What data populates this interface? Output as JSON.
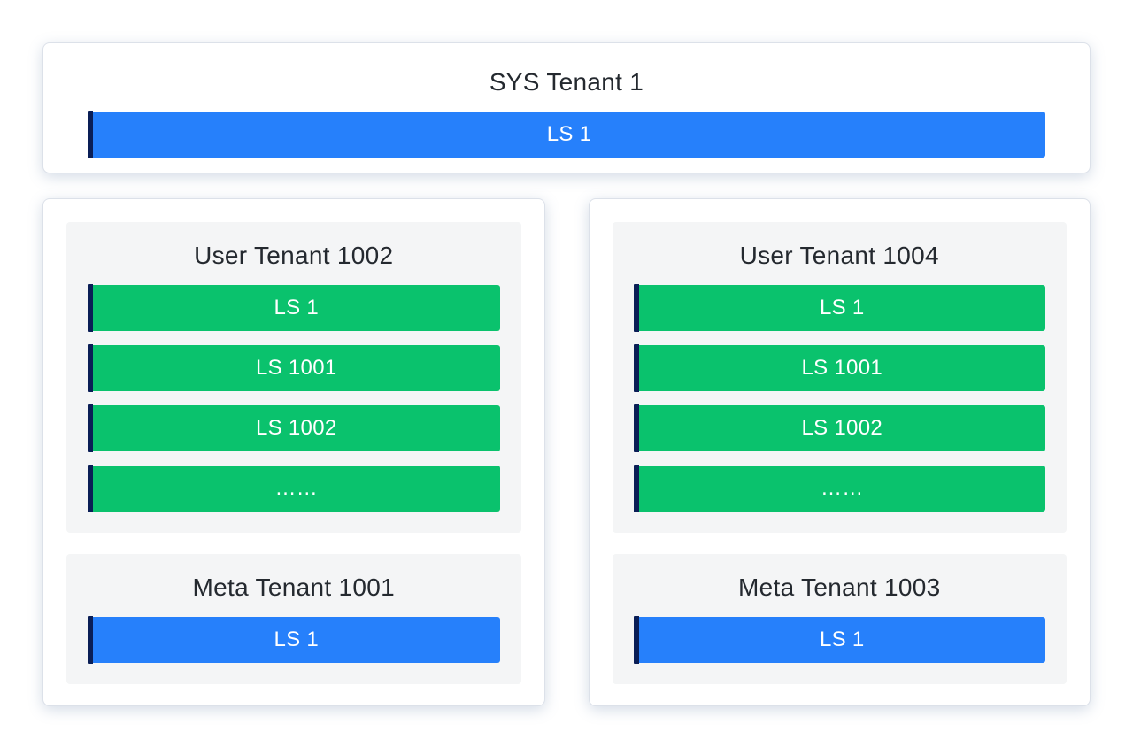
{
  "colors": {
    "sys_meta_log_stream_blue": "#2680fb",
    "user_log_stream_green": "#0ac26d",
    "log_stream_accent_navy": "#0a1e56",
    "panel_background": "#f4f5f6",
    "card_border": "#dce1e9",
    "title_text": "#24292f"
  },
  "sys_tenant": {
    "title": "SYS Tenant 1",
    "streams": [
      {
        "label": "LS 1",
        "color": "blue"
      }
    ]
  },
  "tenant_groups": [
    {
      "user_tenant": {
        "title": "User Tenant 1002",
        "streams": [
          {
            "label": "LS 1",
            "color": "green"
          },
          {
            "label": "LS 1001",
            "color": "green"
          },
          {
            "label": "LS 1002",
            "color": "green"
          },
          {
            "label": "……",
            "color": "green"
          }
        ]
      },
      "meta_tenant": {
        "title": "Meta Tenant 1001",
        "streams": [
          {
            "label": "LS 1",
            "color": "blue"
          }
        ]
      }
    },
    {
      "user_tenant": {
        "title": "User Tenant 1004",
        "streams": [
          {
            "label": "LS 1",
            "color": "green"
          },
          {
            "label": "LS 1001",
            "color": "green"
          },
          {
            "label": "LS 1002",
            "color": "green"
          },
          {
            "label": "……",
            "color": "green"
          }
        ]
      },
      "meta_tenant": {
        "title": "Meta Tenant 1003",
        "streams": [
          {
            "label": "LS 1",
            "color": "blue"
          }
        ]
      }
    }
  ]
}
